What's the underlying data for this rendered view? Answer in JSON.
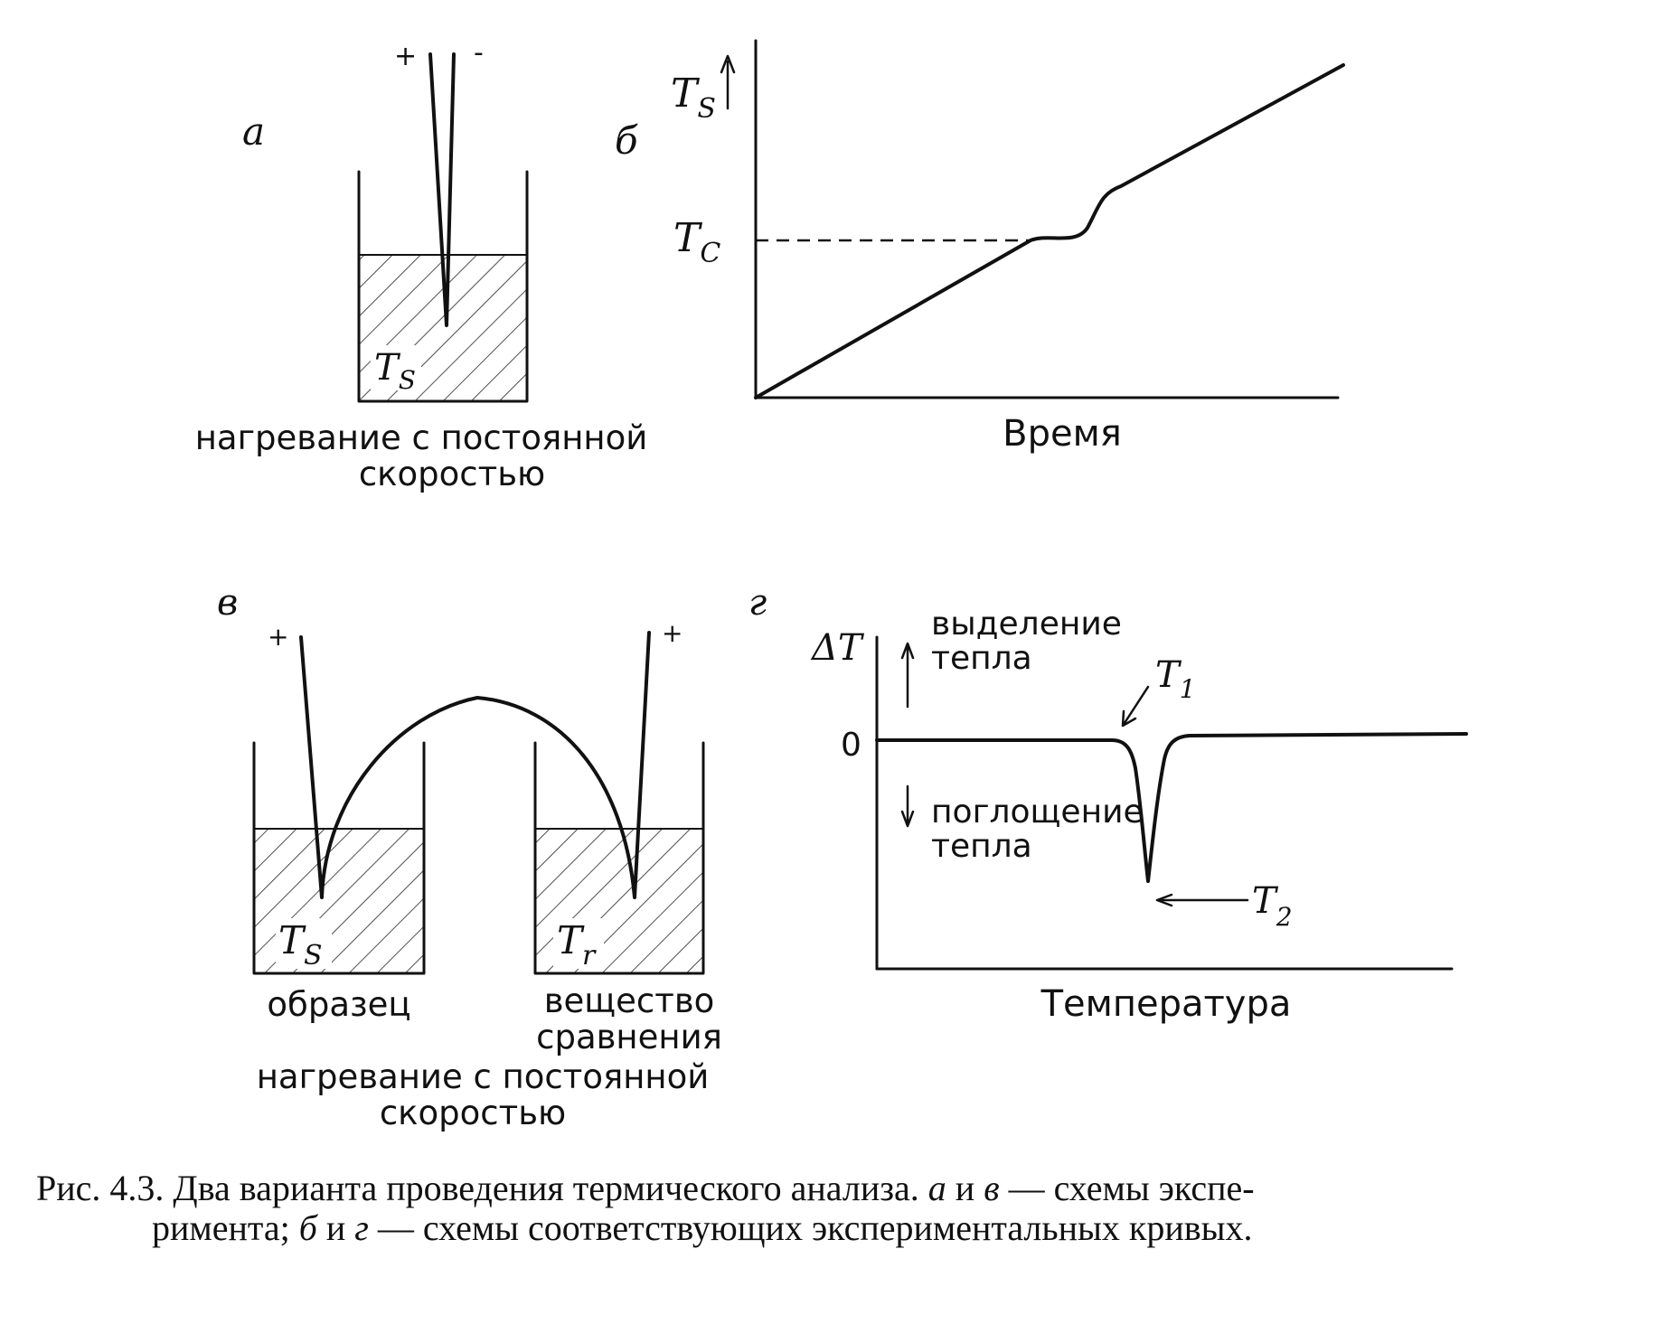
{
  "panel_a": {
    "letter": "а",
    "plus": "+",
    "minus": "-",
    "temp": "T",
    "temp_sub": "S",
    "caption_line1": "нагревание с постоянной",
    "caption_line2": "скоростью"
  },
  "panel_b": {
    "letter": "б",
    "y_label": "T",
    "y_label_sub": "S",
    "tc_label": "T",
    "tc_label_sub": "C",
    "x_label": "Время"
  },
  "panel_v": {
    "letter": "в",
    "plus_left": "+",
    "plus_right": "+",
    "temp_sample": "T",
    "temp_sample_sub": "S",
    "temp_ref": "T",
    "temp_ref_sub": "r",
    "sample_label": "образец",
    "ref_label_line1": "вещество",
    "ref_label_line2": "сравнения",
    "caption_line1": "нагревание с постоянной",
    "caption_line2": "скоростью"
  },
  "panel_g": {
    "letter": "г",
    "y_label": "ΔT",
    "zero": "0",
    "release_line1": "выделение",
    "release_line2": "тепла",
    "absorb_line1": "поглощение",
    "absorb_line2": "тепла",
    "t1": "T",
    "t1_sub": "1",
    "t2": "T",
    "t2_sub": "2",
    "x_label": "Температура"
  },
  "figure_caption": {
    "prefix": "Рис. 4.3. Два варианта проведения термического анализа.",
    "a": "а",
    "and1": "и",
    "v": "в",
    "rest1": "— схемы экспе-",
    "line2_start": "римента;",
    "b": "б",
    "and2": "и",
    "g": "г",
    "rest2": "— схемы соответствующих экспериментальных кривых."
  }
}
